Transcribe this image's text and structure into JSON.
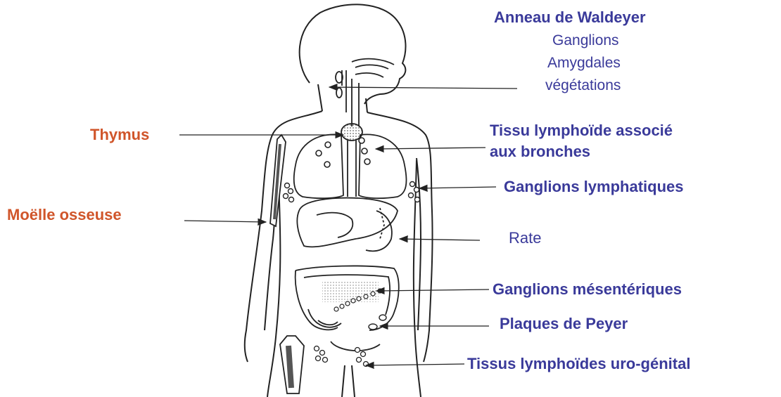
{
  "labels": {
    "waldeyer_title": "Anneau de Waldeyer",
    "waldeyer_l1": "Ganglions",
    "waldeyer_l2": "Amygdales",
    "waldeyer_l3": "végétations",
    "thymus": "Thymus",
    "tissu_bronches_l1": "Tissu lymphoïde associé",
    "tissu_bronches_l2": "aux bronches",
    "ganglions_lymph": "Ganglions lymphatiques",
    "moelle": "Moëlle osseuse",
    "rate": "Rate",
    "ganglions_mes": "Ganglions mésentériques",
    "peyer": "Plaques de Peyer",
    "uro": "Tissus lymphoïdes uro-génital"
  },
  "colors": {
    "blue_label": "#3a3a9a",
    "orange_label": "#d0552a",
    "outline": "#222222",
    "thymus_fill": "#b8b8b8"
  }
}
